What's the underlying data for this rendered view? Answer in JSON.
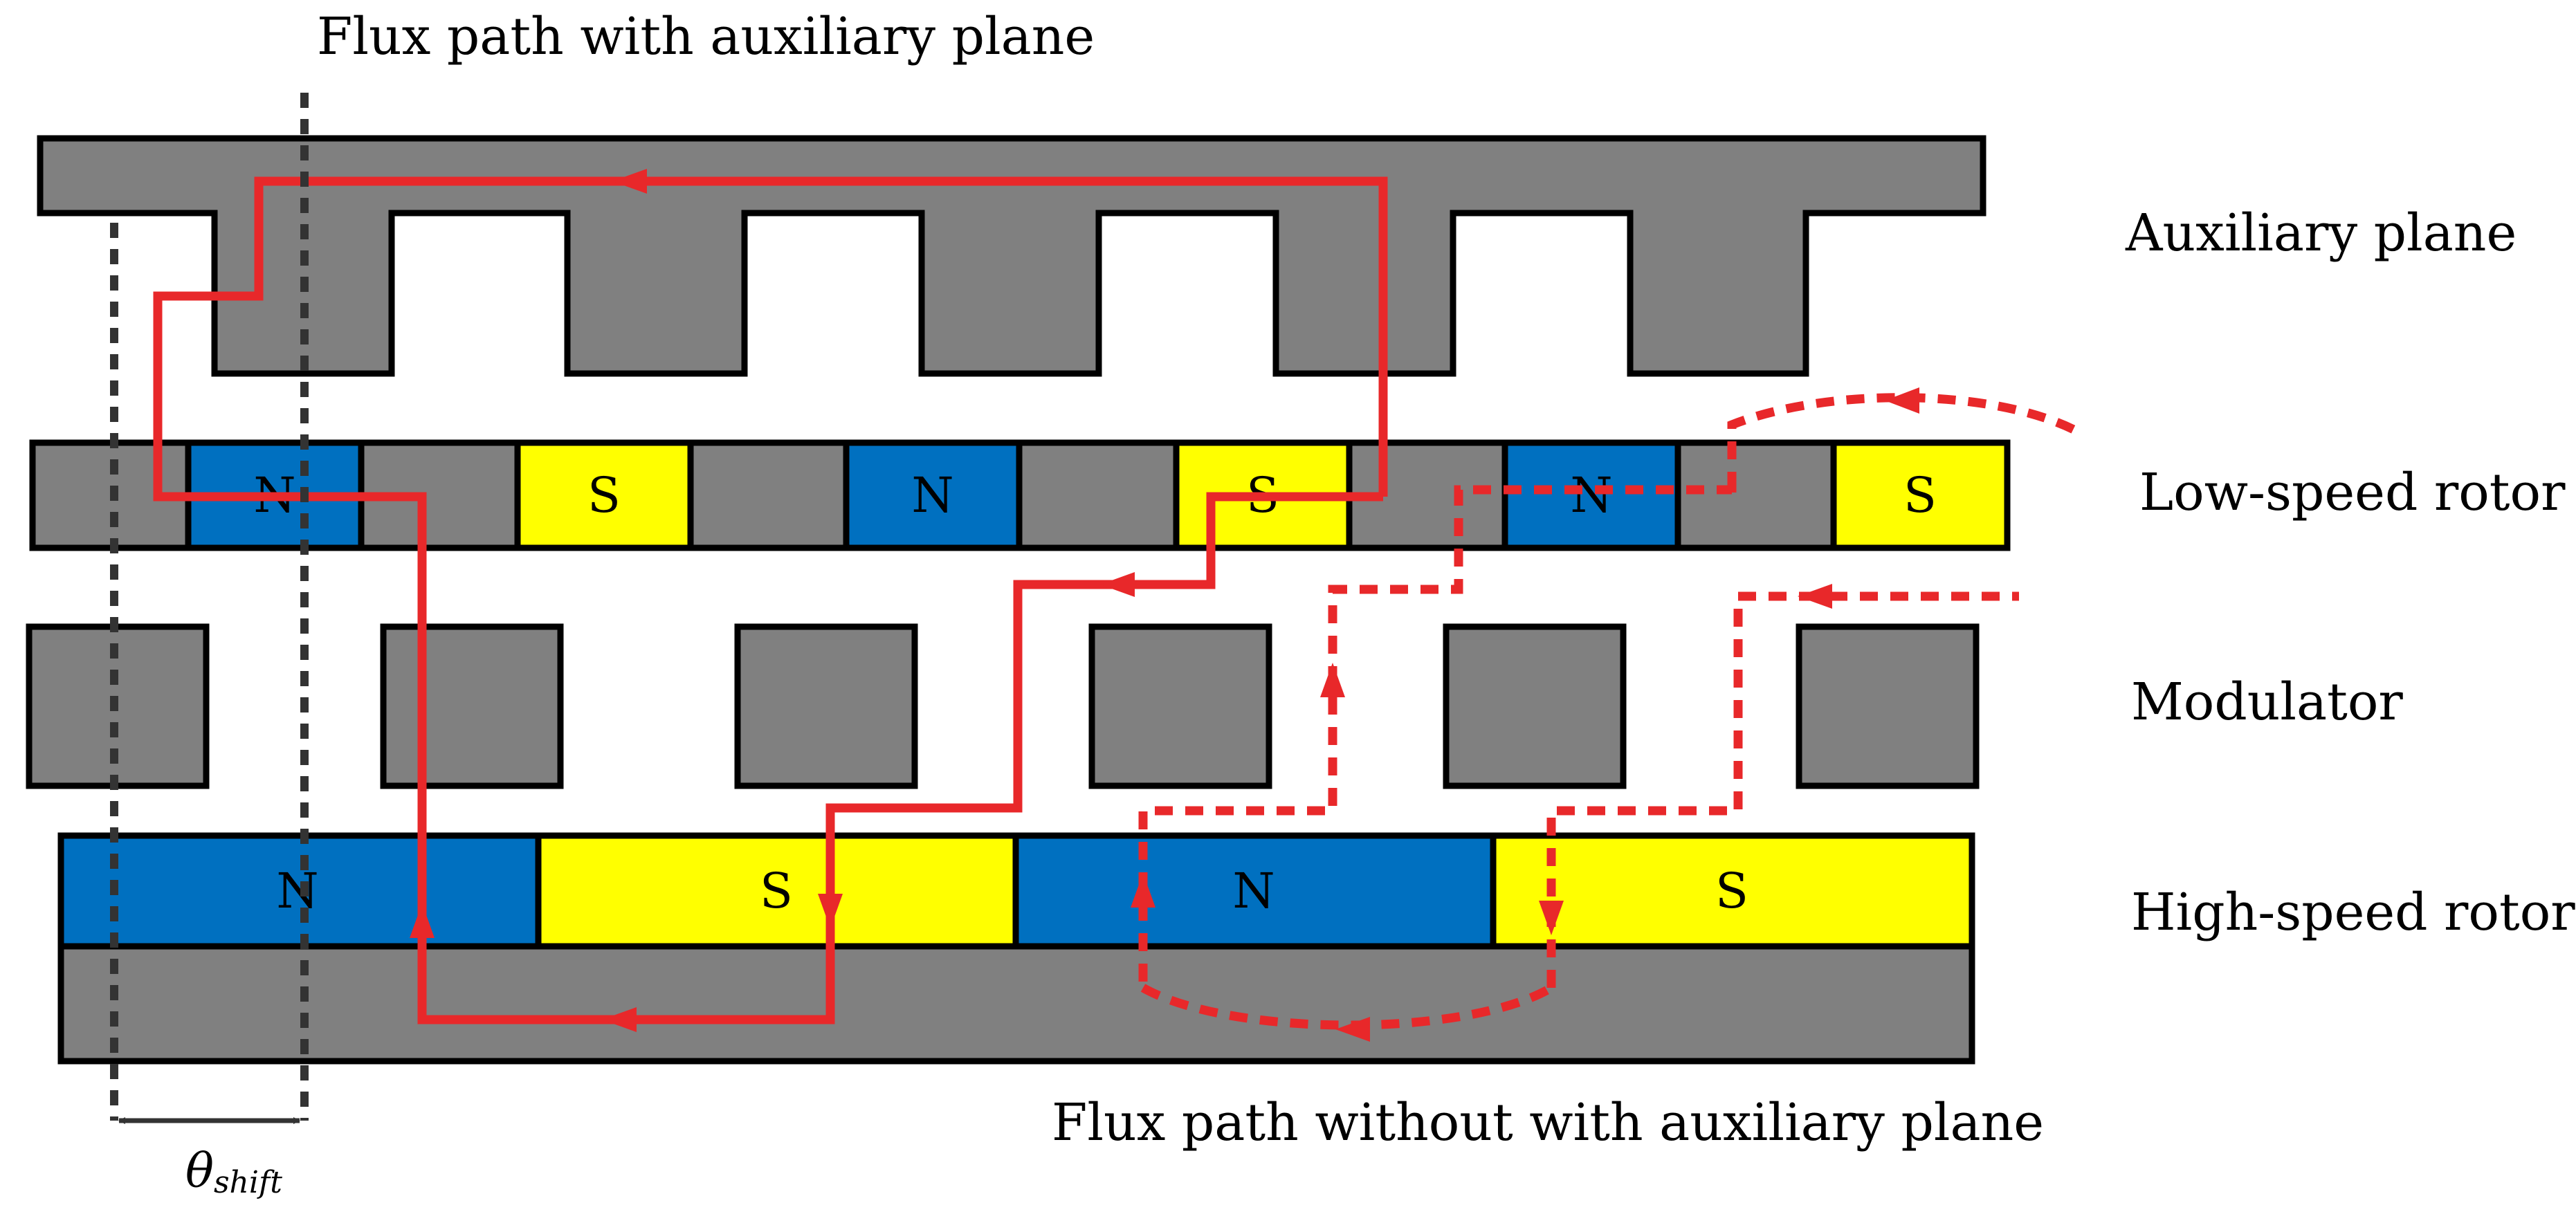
{
  "titles": {
    "top": "Flux path with auxiliary plane",
    "bottom": "Flux path without with auxiliary plane"
  },
  "labels": {
    "auxiliary_plane": "Auxiliary plane",
    "low_speed_rotor": "Low-speed rotor",
    "modulator": "Modulator",
    "high_speed_rotor": "High-speed rotor"
  },
  "low_speed_rotor": {
    "magnets": [
      {
        "polarity": "N",
        "label": "N"
      },
      {
        "polarity": "S",
        "label": "S"
      },
      {
        "polarity": "N",
        "label": "N"
      },
      {
        "polarity": "S",
        "label": "S"
      },
      {
        "polarity": "N",
        "label": "N"
      },
      {
        "polarity": "S",
        "label": "S"
      }
    ]
  },
  "high_speed_rotor": {
    "magnets": [
      {
        "polarity": "N",
        "label": "N"
      },
      {
        "polarity": "S",
        "label": "S"
      },
      {
        "polarity": "N",
        "label": "N"
      },
      {
        "polarity": "S",
        "label": "S"
      }
    ]
  },
  "shift_angle": {
    "symbol": "θ",
    "subscript": "shift"
  },
  "colors": {
    "iron": "#808080",
    "north_pole": "#0070C0",
    "south_pole": "#FFFF00",
    "flux_path": "#E8282A",
    "outline": "#000000",
    "reference_line": "#333333"
  }
}
